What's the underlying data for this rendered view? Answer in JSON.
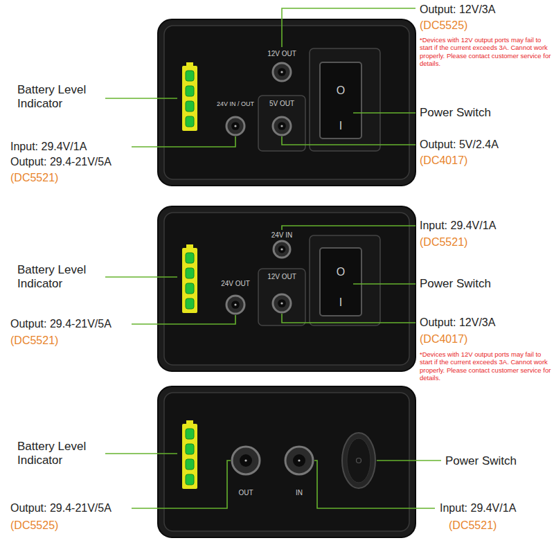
{
  "diagram": {
    "labels": [
      "Output: 12V/3A",
      "(DC5525)",
      "*Devices with 12V output ports may fail to start if the current exceeds 3A. Cannot work properly. Please contact customer service for details.",
      "12V OUT",
      "Battery Level Indicator",
      "24V IN / OUT",
      "5V OUT",
      "O",
      "I",
      "Power Switch",
      "Input: 29.4V/1A",
      "Output: 29.4-21V/5A",
      "(DC5521)",
      "Output: 5V/2.4A",
      "(DC4017)",
      "24V IN",
      "Input: 29.4V/1A",
      "(DC5521)",
      "Battery Level Indicator",
      "24V OUT",
      "12V OUT",
      "O",
      "I",
      "Power Switch",
      "Output: 29.4-21V/5A",
      "(DC5521)",
      "Output: 12V/3A",
      "(DC4017)",
      "*Devices with 12V output ports may fail to start if the current exceeds 3A. Cannot work properly. Please contact customer service for details.",
      "Battery Level Indicator",
      "OUT",
      "IN",
      "Power Switch",
      "Output: 29.4-21V/5A",
      "(DC5525)",
      "Input: 29.4V/1A",
      "(DC5521)"
    ]
  }
}
